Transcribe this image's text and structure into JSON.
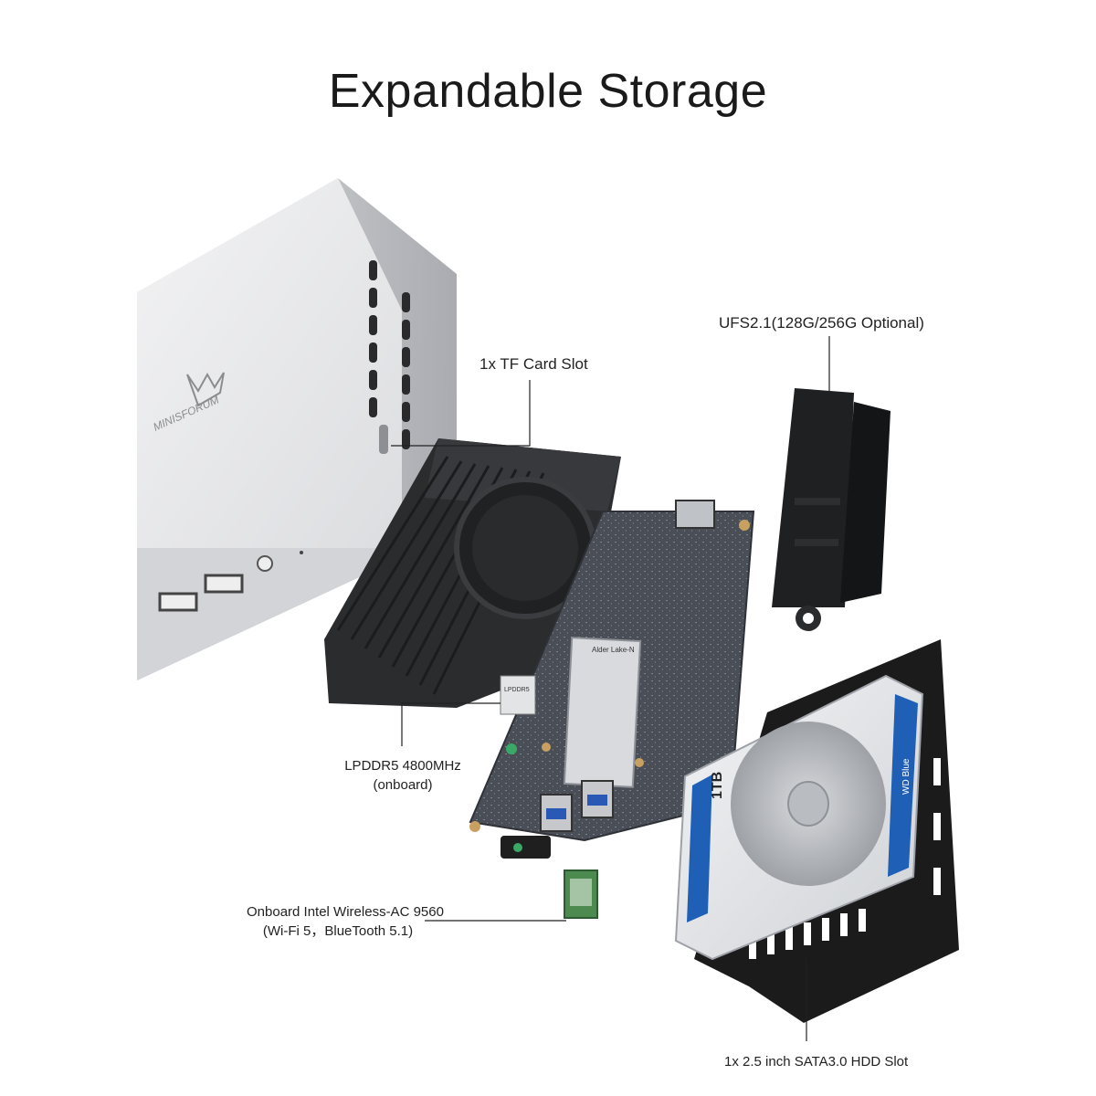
{
  "page": {
    "title": "Expandable Storage"
  },
  "brand": {
    "logo_text": "MINISFORUM"
  },
  "callouts": {
    "tf_card": "1x TF Card Slot",
    "ufs": "UFS2.1(128G/256G Optional)",
    "lpddr_line1": "LPDDR5 4800MHz",
    "lpddr_line2": "(onboard)",
    "wifi_line1": "Onboard Intel Wireless-AC 9560",
    "wifi_line2": "(Wi-Fi 5，BlueTooth 5.1)",
    "hdd": "1x 2.5 inch SATA3.0 HDD Slot"
  },
  "hdd_label": {
    "capacity": "1TB",
    "brand": "WD Blue"
  },
  "chip_labels": {
    "cpu": "Alder Lake-N",
    "ram": "LPDDR5"
  },
  "colors": {
    "case_silver": "#c9cacd",
    "heatsink": "#2b2c2e",
    "pcb": "#4a4f57",
    "hdd_blue": "#1f5fb5",
    "bracket": "#1b1b1c"
  }
}
